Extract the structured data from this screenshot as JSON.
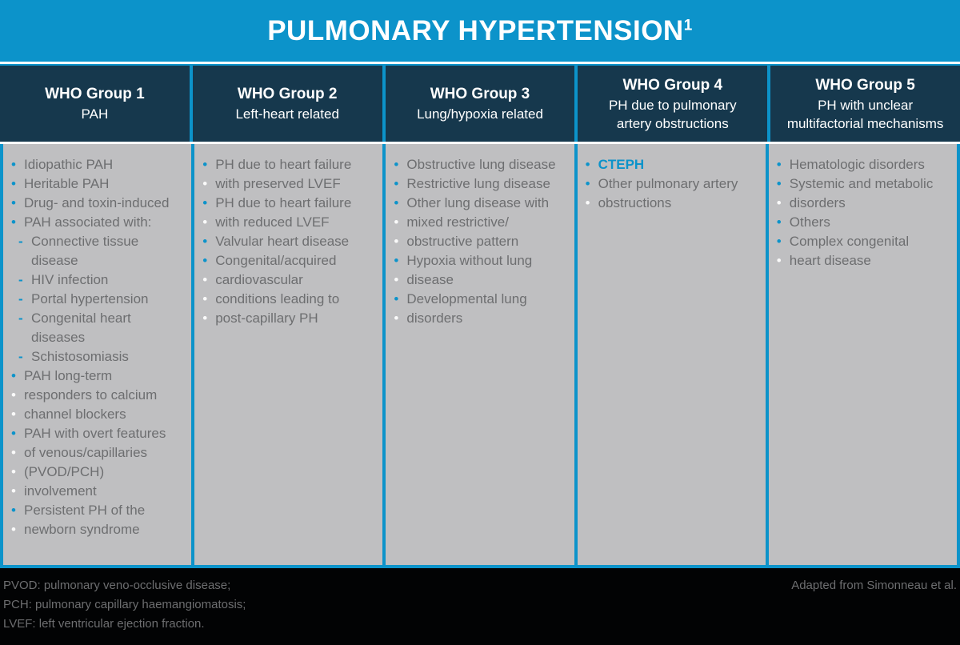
{
  "title": {
    "text": "PULMONARY HYPERTENSION",
    "superscript": "1"
  },
  "colors": {
    "accent_blue": "#0c93ca",
    "header_navy": "#16384d",
    "body_gray": "#bfbfc1",
    "text_gray": "#6d6e70",
    "footer_black": "#020304",
    "faint_bullet": "#fafafa"
  },
  "groups": [
    {
      "name": "WHO Group 1",
      "subtitle": "PAH",
      "items": [
        {
          "text": "Idiopathic PAH",
          "marker": "bullet"
        },
        {
          "text": "Heritable PAH",
          "marker": "bullet"
        },
        {
          "text": "Drug- and toxin-induced",
          "marker": "bullet"
        },
        {
          "text": "PAH associated with:",
          "marker": "bullet"
        },
        {
          "text": "Connective tissue",
          "marker": "dash"
        },
        {
          "text": "disease",
          "marker": "indent"
        },
        {
          "text": "HIV infection",
          "marker": "dash"
        },
        {
          "text": "Portal hypertension",
          "marker": "dash"
        },
        {
          "text": "Congenital heart",
          "marker": "dash"
        },
        {
          "text": "diseases",
          "marker": "indent"
        },
        {
          "text": "Schistosomiasis",
          "marker": "dash"
        },
        {
          "text": "PAH long-term",
          "marker": "bullet"
        },
        {
          "text": "responders to calcium",
          "marker": "bullet-faint"
        },
        {
          "text": "channel blockers",
          "marker": "bullet-faint"
        },
        {
          "text": "PAH with overt features",
          "marker": "bullet"
        },
        {
          "text": "of venous/capillaries",
          "marker": "bullet-faint"
        },
        {
          "text": "(PVOD/PCH)",
          "marker": "bullet-faint"
        },
        {
          "text": "involvement",
          "marker": "bullet-faint"
        },
        {
          "text": "Persistent PH of the",
          "marker": "bullet"
        },
        {
          "text": "newborn syndrome",
          "marker": "bullet-faint"
        }
      ]
    },
    {
      "name": "WHO Group 2",
      "subtitle": "Left-heart related",
      "items": [
        {
          "text": "PH due to heart failure",
          "marker": "bullet"
        },
        {
          "text": "with preserved LVEF",
          "marker": "bullet-faint"
        },
        {
          "text": "PH due to heart failure",
          "marker": "bullet"
        },
        {
          "text": "with reduced LVEF",
          "marker": "bullet-faint"
        },
        {
          "text": "Valvular heart disease",
          "marker": "bullet"
        },
        {
          "text": "Congenital/acquired",
          "marker": "bullet"
        },
        {
          "text": "cardiovascular",
          "marker": "bullet-faint"
        },
        {
          "text": "conditions leading to",
          "marker": "bullet-faint"
        },
        {
          "text": "post-capillary PH",
          "marker": "bullet-faint"
        }
      ]
    },
    {
      "name": "WHO Group 3",
      "subtitle": "Lung/hypoxia related",
      "items": [
        {
          "text": "Obstructive lung disease",
          "marker": "bullet"
        },
        {
          "text": "Restrictive lung disease",
          "marker": "bullet"
        },
        {
          "text": "Other lung disease with",
          "marker": "bullet"
        },
        {
          "text": "mixed restrictive/",
          "marker": "bullet-faint"
        },
        {
          "text": "obstructive pattern",
          "marker": "bullet-faint"
        },
        {
          "text": "Hypoxia without lung",
          "marker": "bullet"
        },
        {
          "text": "disease",
          "marker": "bullet-faint"
        },
        {
          "text": "Developmental lung",
          "marker": "bullet"
        },
        {
          "text": "disorders",
          "marker": "bullet-faint"
        }
      ]
    },
    {
      "name": "WHO Group 4",
      "subtitle": "PH due to pulmonary\nartery obstructions",
      "items": [
        {
          "text": "CTEPH",
          "marker": "bullet",
          "highlight": true
        },
        {
          "text": "Other pulmonary artery",
          "marker": "bullet"
        },
        {
          "text": "obstructions",
          "marker": "bullet-faint"
        }
      ]
    },
    {
      "name": "WHO Group 5",
      "subtitle": "PH with unclear\nmultifactorial mechanisms",
      "items": [
        {
          "text": "Hematologic disorders",
          "marker": "bullet"
        },
        {
          "text": "Systemic and metabolic",
          "marker": "bullet"
        },
        {
          "text": "disorders",
          "marker": "bullet-faint"
        },
        {
          "text": "Others",
          "marker": "bullet"
        },
        {
          "text": "Complex congenital",
          "marker": "bullet"
        },
        {
          "text": "heart disease",
          "marker": "bullet-faint"
        }
      ]
    }
  ],
  "footer": {
    "abbreviations": [
      "PVOD: pulmonary veno-occlusive disease;",
      "PCH: pulmonary capillary haemangiomatosis;",
      "LVEF: left ventricular ejection fraction."
    ],
    "attribution": "Adapted from Simonneau et al."
  }
}
